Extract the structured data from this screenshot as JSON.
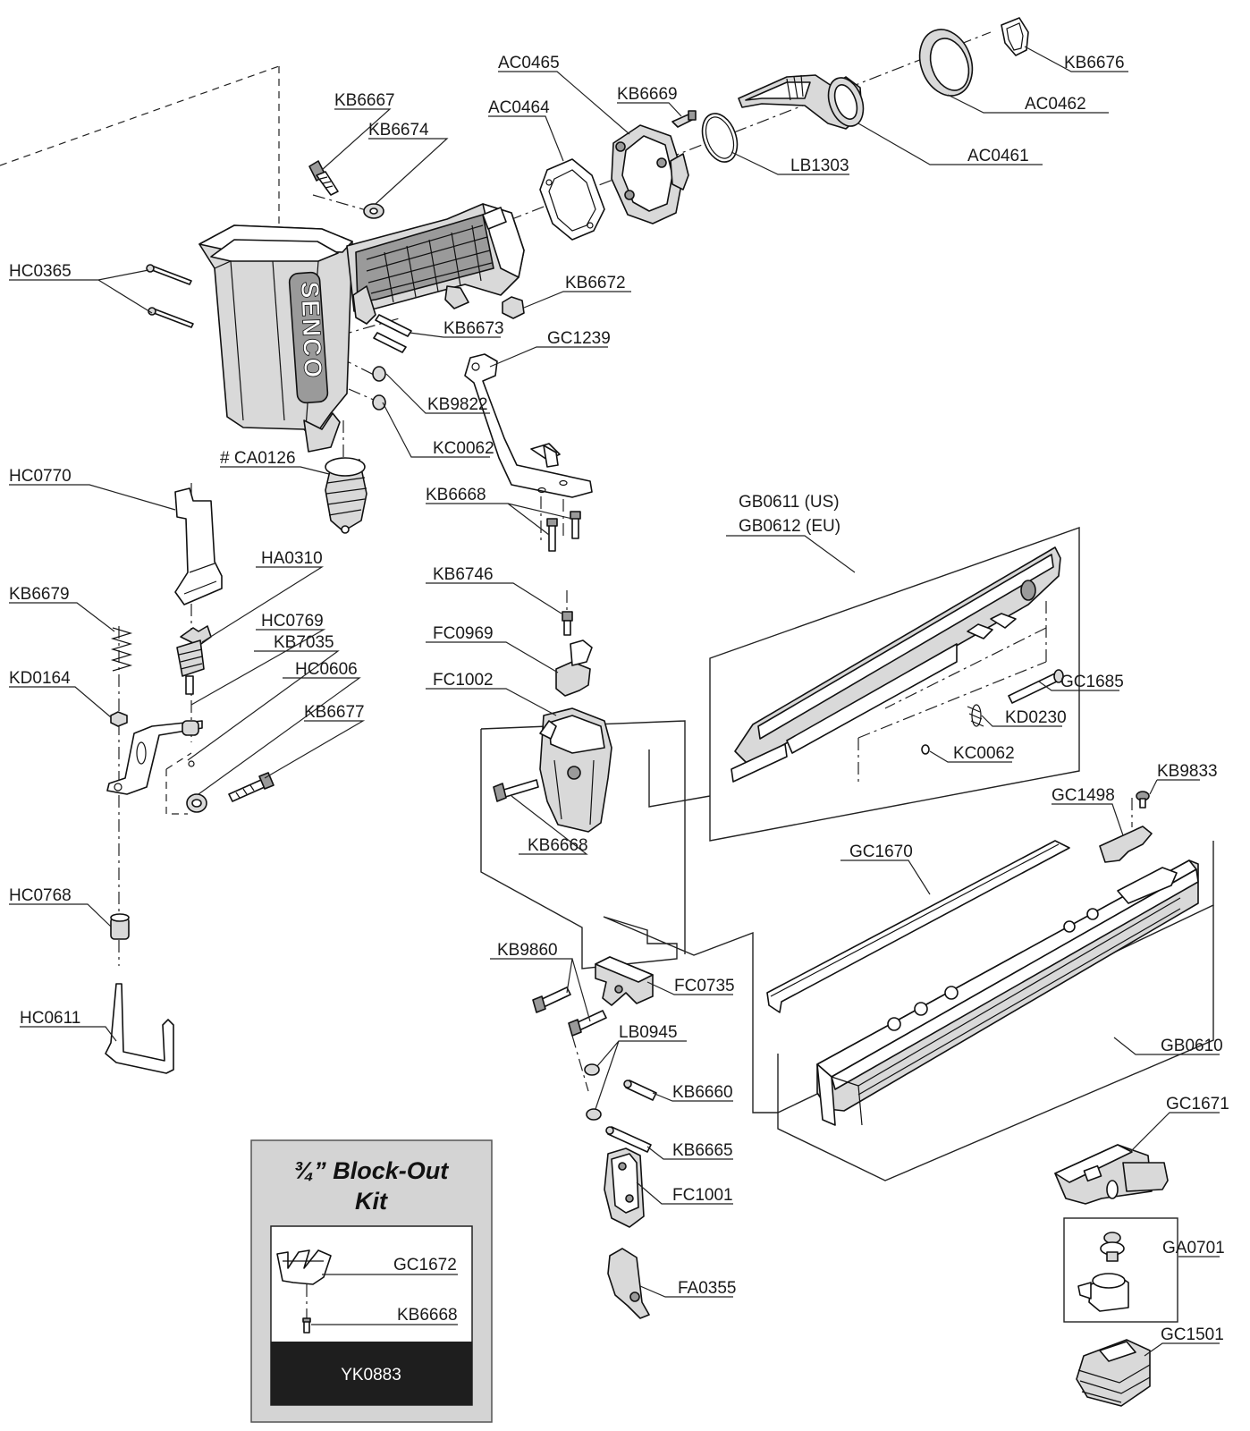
{
  "labels": {
    "ac0465": "AC0465",
    "kb6669": "KB6669",
    "ac0464": "AC0464",
    "kb6667": "KB6667",
    "kb6674": "KB6674",
    "kb6676": "KB6676",
    "ac0462": "AC0462",
    "ac0461": "AC0461",
    "lb1303": "LB1303",
    "hc0365": "HC0365",
    "kb6672": "KB6672",
    "kb6673": "KB6673",
    "gc1239": "GC1239",
    "kb9822": "KB9822",
    "kc0062_top": "KC0062",
    "ca0126": "# CA0126",
    "hc0770": "HC0770",
    "kb6668_top": "KB6668",
    "gb0611": "GB0611 (US)",
    "gb0612": "GB0612 (EU)",
    "ha0310": "HA0310",
    "kb6679": "KB6679",
    "hc0769": "HC0769",
    "kb7035": "KB7035",
    "kb6746": "KB6746",
    "fc0969": "FC0969",
    "hc0606": "HC0606",
    "kd0164": "KD0164",
    "kb6677": "KB6677",
    "fc1002": "FC1002",
    "gc1685": "GC1685",
    "kd0230": "KD0230",
    "kc0062_mid": "KC0062",
    "kb9833": "KB9833",
    "gc1498": "GC1498",
    "kb6668_mid": "KB6668",
    "gc1670": "GC1670",
    "hc0768": "HC0768",
    "kb9860": "KB9860",
    "fc0735": "FC0735",
    "hc0611": "HC0611",
    "lb0945": "LB0945",
    "gb0610": "GB0610",
    "kb6660": "KB6660",
    "gc1671": "GC1671",
    "kb6665": "KB6665",
    "fc1001": "FC1001",
    "ga0701": "GA0701",
    "fa0355": "FA0355",
    "gc1501": "GC1501"
  },
  "kit": {
    "title_line1": "¾” Block-Out",
    "title_line2": "Kit",
    "part1": "GC1672",
    "part2": "KB6668",
    "kit_code": "YK0883"
  },
  "brand_mark": "SENCO",
  "colors": {
    "kit_panel": "#d4d4d4",
    "kit_code_bar": "#1e1e1e",
    "line": "#111111"
  }
}
